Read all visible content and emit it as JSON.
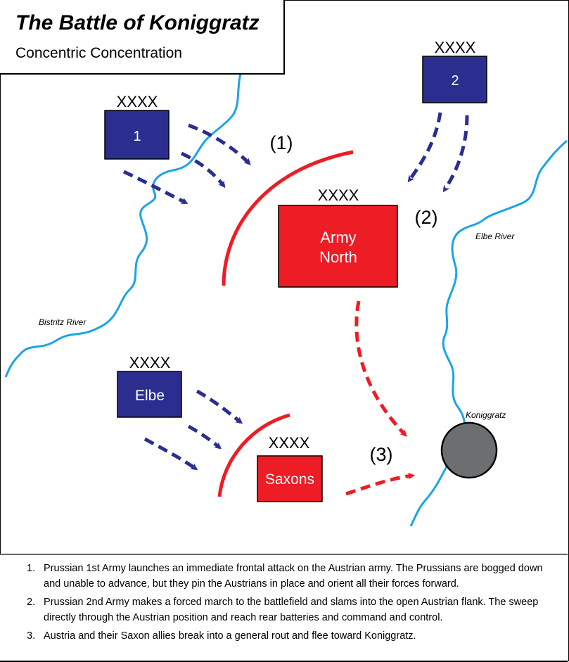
{
  "title": "The Battle of Koniggratz",
  "subtitle": "Concentric Concentration",
  "symbol": "XXXX",
  "units": {
    "prussian_1": "1",
    "prussian_2": "2",
    "elbe": "Elbe",
    "army_north_line1": "Army",
    "army_north_line2": "North",
    "saxons": "Saxons"
  },
  "phases": {
    "p1": "(1)",
    "p2": "(2)",
    "p3": "(3)"
  },
  "rivers": {
    "bistritz": "Bistritz River",
    "elbe": "Elbe River"
  },
  "city": "Koniggratz",
  "colors": {
    "prussian": "#2b2e8f",
    "austrian": "#ee1c25",
    "river": "#1ca4e6",
    "city": "#6d6e70"
  },
  "notes": [
    {
      "num": "1.",
      "text": "Prussian 1st Army launches an immediate frontal attack on the Austrian army. The Prussians are bogged down and unable to advance, but they pin the Austrians in place and orient all their forces forward."
    },
    {
      "num": "2.",
      "text": "Prussian 2nd Army makes a forced march to the battlefield and slams into the open Austrian flank. The sweep directly through the Austrian position and reach rear batteries and command and control."
    },
    {
      "num": "3.",
      "text": "Austria and their Saxon allies break into a general rout and flee toward Koniggratz."
    }
  ]
}
